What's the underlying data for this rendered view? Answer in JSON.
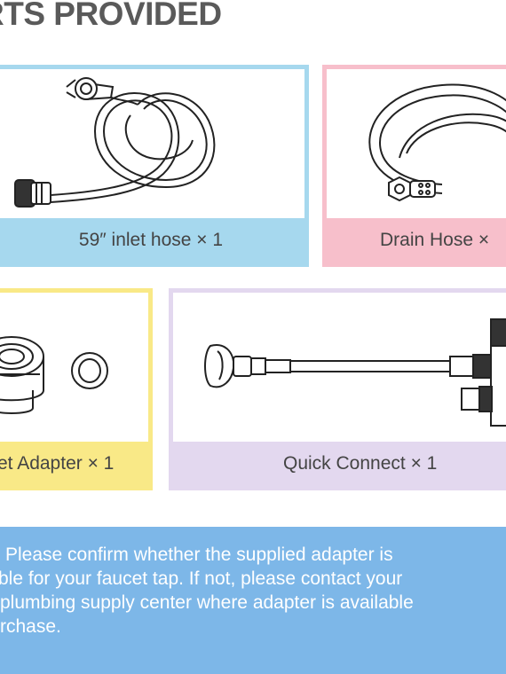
{
  "heading": "RTS PROVIDED",
  "parts": {
    "inlet_hose": "59″ inlet hose × 1",
    "drain_hose": "Drain Hose ×",
    "faucet_adapter": "et Adapter × 1",
    "quick_connect": "Quick Connect × 1"
  },
  "notice": {
    "line1": "Please confirm whether the supplied adapter is",
    "line2": "ble for your faucet tap.  If not, please contact your",
    "line3": "plumbing supply center where adapter is available",
    "line4": "rchase."
  },
  "colors": {
    "inlet": "#a6d8ee",
    "drain": "#f7bfcb",
    "adapter": "#f9e987",
    "quick": "#e3d8ef",
    "notice": "#7db7e8"
  }
}
